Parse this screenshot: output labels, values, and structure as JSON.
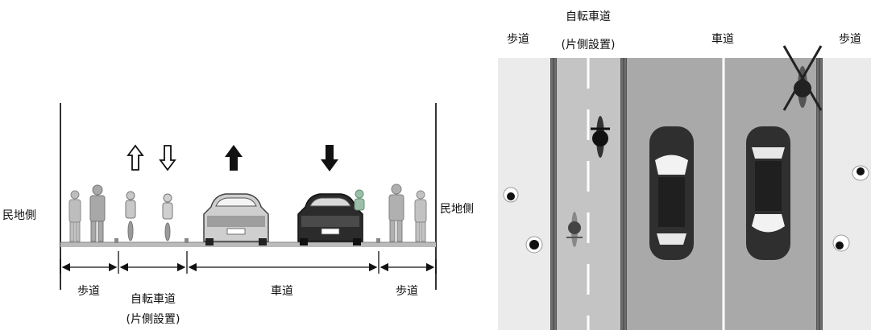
{
  "left_panel": {
    "side_label_left": "民地側",
    "side_label_right": "民地側",
    "dimensions": [
      {
        "label": "歩道"
      },
      {
        "label_line1": "自転車道",
        "label_line2": "(片側設置)"
      },
      {
        "label": "車道"
      },
      {
        "label": "歩道"
      }
    ],
    "arrows": [
      "up-outline",
      "down-outline",
      "up-solid",
      "down-solid"
    ]
  },
  "right_panel": {
    "labels": {
      "sidewalk_left": "歩道",
      "bike_lane_line1": "自転車道",
      "bike_lane_line2": "(片側設置)",
      "roadway": "車道",
      "sidewalk_right": "歩道"
    },
    "colors": {
      "sidewalk": "#ebebeb",
      "bike_lane": "#c4c4c4",
      "roadway": "#a9a9a9",
      "car": "#3a3a3a"
    },
    "prohibited_marker": "cross"
  }
}
